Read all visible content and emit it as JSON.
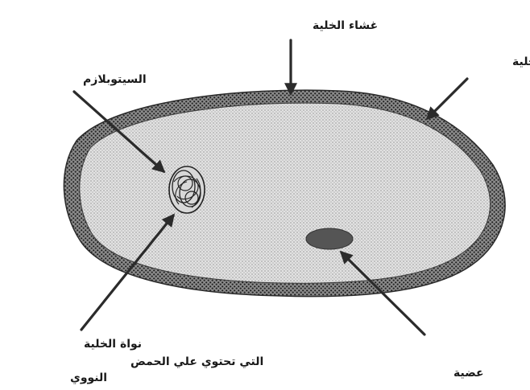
{
  "diagram": {
    "labels": {
      "cell_membrane": "غشاء الخلية",
      "cell_wall": "جدار الخلية",
      "cytoplasm": "السيتوبلازم",
      "nucleus_line1": "نواة الخلية",
      "nucleus_line2": "التي تحتوي علي الحمض",
      "nucleus_line3": "النووي",
      "organelle": "عضية"
    },
    "colors": {
      "cell_wall_fill": "#6e6e6e",
      "cytoplasm_fill": "#d6d6d6",
      "organelle_fill": "#555555",
      "outline": "#2a2a2a",
      "arrow": "#2b2b2b",
      "text": "#1a1a1a"
    }
  }
}
